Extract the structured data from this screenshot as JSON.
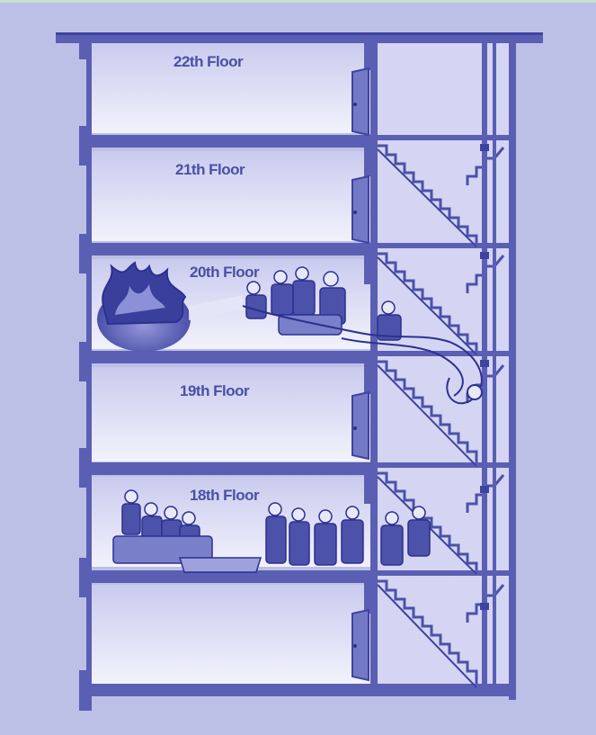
{
  "floors": [
    {
      "label": "22th Floor"
    },
    {
      "label": "21th Floor"
    },
    {
      "label": "20th Floor"
    },
    {
      "label": "19th Floor"
    },
    {
      "label": "18th Floor"
    }
  ],
  "colors": {
    "background": "#bcc0e6",
    "wall": "#5a5fb4",
    "wall_dark": "#3e43a0",
    "room_fill": "#e8e9f8",
    "stair": "#4c51aa",
    "label": "#4a4fa6"
  },
  "icons": {
    "fire": "fire-illustration",
    "firefighters_upper": "firefighter-group",
    "firefighters_lower": "firefighter-group",
    "occupants": "occupant-group",
    "hose": "fire-hose"
  }
}
